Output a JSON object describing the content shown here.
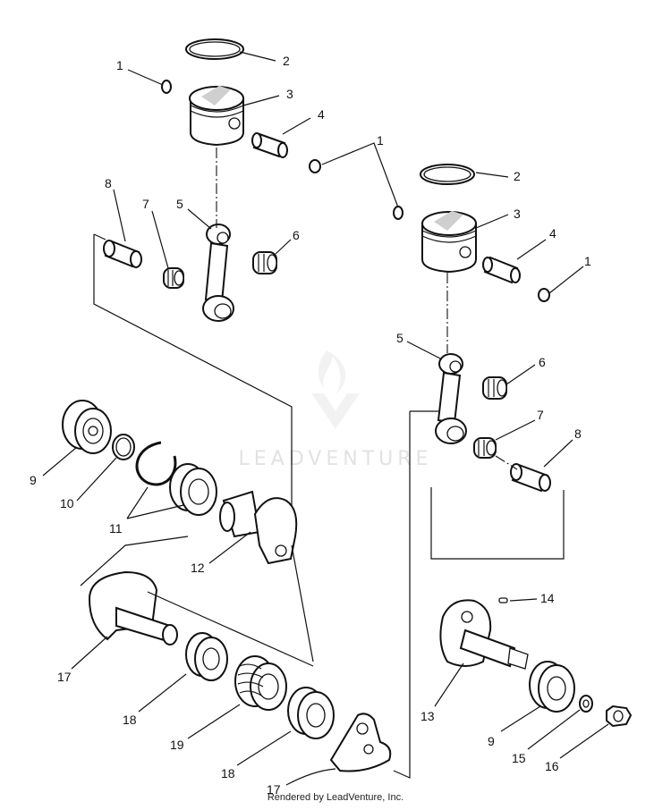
{
  "watermark": "LEADVENTURE",
  "credit": "Rendered by LeadVenture, Inc.",
  "callouts": {
    "c1a": "1",
    "c2a": "2",
    "c3a": "3",
    "c4a": "4",
    "c1b": "1",
    "c2b": "2",
    "c3b": "3",
    "c4b": "4",
    "c1c": "1",
    "c8a": "8",
    "c7a": "7",
    "c5a": "5",
    "c6a": "6",
    "c5b": "5",
    "c6b": "6",
    "c7b": "7",
    "c8b": "8",
    "c9a": "9",
    "c10": "10",
    "c11": "11",
    "c12": "12",
    "c14": "14",
    "c13": "13",
    "c9b": "9",
    "c15": "15",
    "c16": "16",
    "c17a": "17",
    "c18a": "18",
    "c19": "19",
    "c18b": "18",
    "c17b": "17"
  }
}
